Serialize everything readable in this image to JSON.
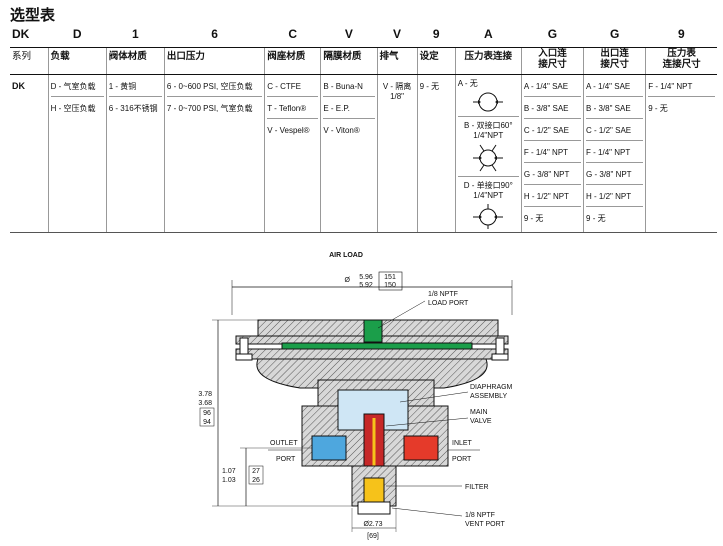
{
  "title": "选型表",
  "codes": [
    "DK",
    "D",
    "1",
    "6",
    "C",
    "V",
    "V",
    "9",
    "A",
    "G",
    "G",
    "9"
  ],
  "headers": [
    "系列",
    "负载",
    "阀体材质",
    "出口压力",
    "阀座材质",
    "隔膜材质",
    "排气",
    "设定",
    "压力表连接",
    "入口连\n接尺寸",
    "出口连\n接尺寸",
    "压力表\n连接尺寸"
  ],
  "series": "DK",
  "load": [
    "D - 气室负载",
    "H - 空压负载"
  ],
  "body_material": [
    "1 - 黄铜",
    "6 - 316不锈钢"
  ],
  "outlet_pressure": [
    "6 - 0~600 PSI, 空压负载",
    "7 - 0~700 PSI, 气室负载"
  ],
  "seat_material": [
    "C - CTFE",
    "T - Teflon®",
    "V - Vespel®"
  ],
  "diaphragm_material": [
    "B - Buna-N",
    "E - E.P.",
    "V - Viton®"
  ],
  "vent": [
    "V - 隔离",
    "1/8\""
  ],
  "setting": [
    "9 - 无"
  ],
  "gauge_port": {
    "a": "A - 无",
    "b1": "B - 双接口60°",
    "b2": "1/4\"NPT",
    "d1": "D - 单接口90°",
    "d2": "1/4\"NPT"
  },
  "inlet_size": [
    "A - 1/4\" SAE",
    "B - 3/8\" SAE",
    "C - 1/2\" SAE",
    "F - 1/4\" NPT",
    "G - 3/8\" NPT",
    "H - 1/2\" NPT",
    "9 - 无"
  ],
  "outlet_size": [
    "A - 1/4\" SAE",
    "B - 3/8\" SAE",
    "C - 1/2\" SAE",
    "F - 1/4\" NPT",
    "G - 3/8\" NPT",
    "H - 1/2\" NPT",
    "9 - 无"
  ],
  "gauge_size": [
    "F - 1/4\" NPT",
    "9 - 无"
  ],
  "diagram": {
    "air_load": "AIR LOAD",
    "dia_top_sym": "Ø",
    "dia_top_1": "5.96",
    "dia_top_2": "5.92",
    "dia_top_3": "151",
    "dia_top_4": "150",
    "load_port_1": "1/8 NPTF",
    "load_port_2": "LOAD PORT",
    "diaphragm_1": "DIAPHRAGM",
    "diaphragm_2": "ASSEMBLY",
    "main_1": "MAIN",
    "main_2": "VALVE",
    "inlet_1": "INLET",
    "inlet_2": "PORT",
    "outlet_1": "OUTLET",
    "outlet_2": "PORT",
    "filter": "FILTER",
    "vent_1": "1/8 NPTF",
    "vent_2": "VENT PORT",
    "h1": "3.78",
    "h2": "3.68",
    "h3": "96",
    "h4": "94",
    "p1": "1.07",
    "p2": "1.03",
    "p3": "27",
    "p4": "26",
    "bottom_dia_1": "Ø2.73",
    "bottom_dia_2": "[69]"
  }
}
